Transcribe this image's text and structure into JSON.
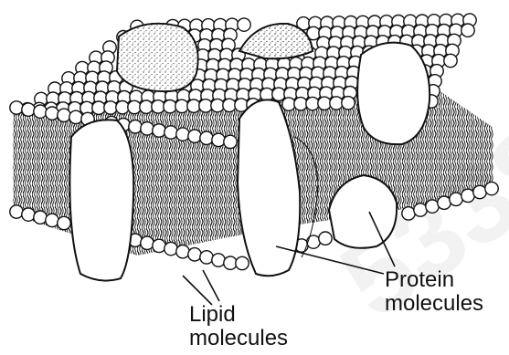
{
  "labels": {
    "lipid_line1": "Lipid",
    "lipid_line2": "molecules",
    "protein_line1": "Protein",
    "protein_line2": "molecules"
  },
  "colors": {
    "ink": "#111111",
    "fill": "#ffffff"
  }
}
